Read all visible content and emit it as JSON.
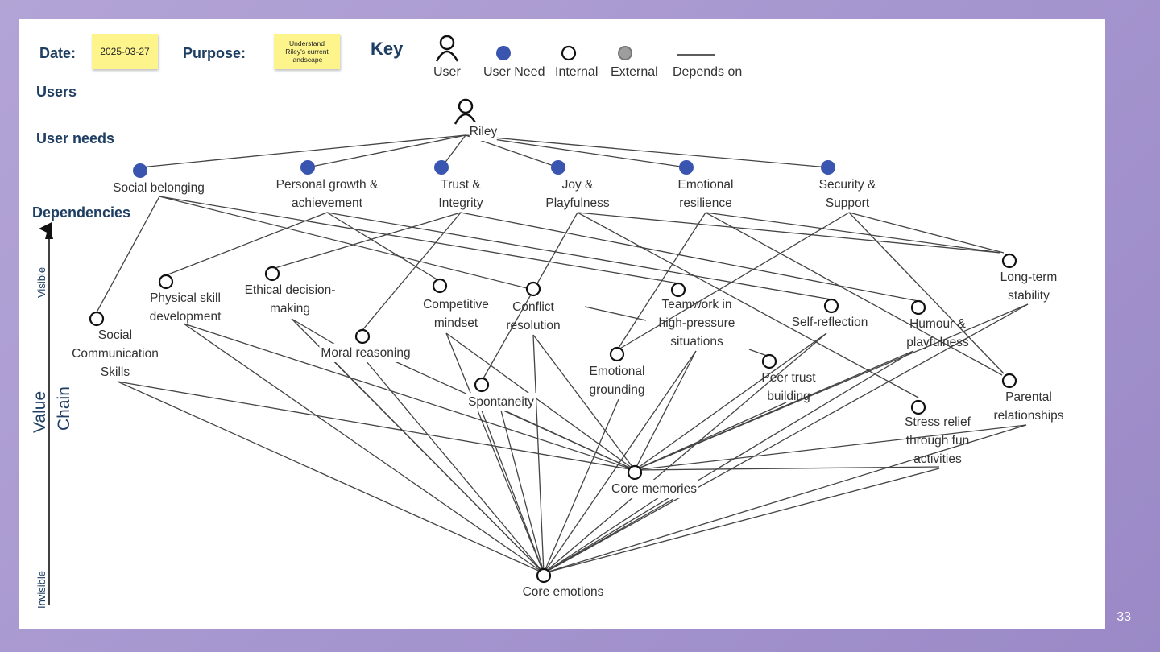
{
  "header": {
    "date_label": "Date:",
    "date_value": "2025-03-27",
    "purpose_label": "Purpose:",
    "purpose_value": "Understand Riley's current landscape",
    "key_title": "Key"
  },
  "key": {
    "user": "User",
    "user_need": "User Need",
    "internal": "Internal",
    "external": "External",
    "depends_on": "Depends on",
    "colors": {
      "user_need": "#3a55b0",
      "external": "#9e9e9e",
      "line": "#444444"
    }
  },
  "sections": {
    "users": "Users",
    "user_needs": "User needs",
    "dependencies": "Dependencies"
  },
  "axis": {
    "visible": "Visible",
    "value_chain_1": "Value",
    "value_chain_2": "Chain",
    "invisible": "Invisible"
  },
  "nodes": {
    "riley": "Riley",
    "social_belonging": "Social belonging",
    "personal_growth": "Personal growth &\nachievement",
    "trust": "Trust &\nIntegrity",
    "joy": "Joy &\nPlayfulness",
    "emotional_resilience": "Emotional\nresilience",
    "security": "Security &\nSupport",
    "social_comm": "Social\nCommunication\nSkills",
    "physical_skill": "Physical skill\ndevelopment",
    "ethical": "Ethical decision-\nmaking",
    "moral": "Moral reasoning",
    "competitive": "Competitive\nmindset",
    "conflict": "Conflict\nresolution",
    "spontaneity": "Spontaneity",
    "teamwork": "Teamwork in\nhigh-pressure\nsituations",
    "emotional_grounding": "Emotional\ngrounding",
    "self_reflection": "Self-reflection",
    "peer_trust": "Peer trust\nbuilding",
    "humour": "Humour &\nplayfulness",
    "long_term": "Long-term\nstability",
    "parental": "Parental\nrelationships",
    "stress_relief": "Stress relief\nthrough fun\nactivities",
    "core_memories": "Core memories",
    "core_emotions": "Core emotions"
  },
  "page_number": "33"
}
